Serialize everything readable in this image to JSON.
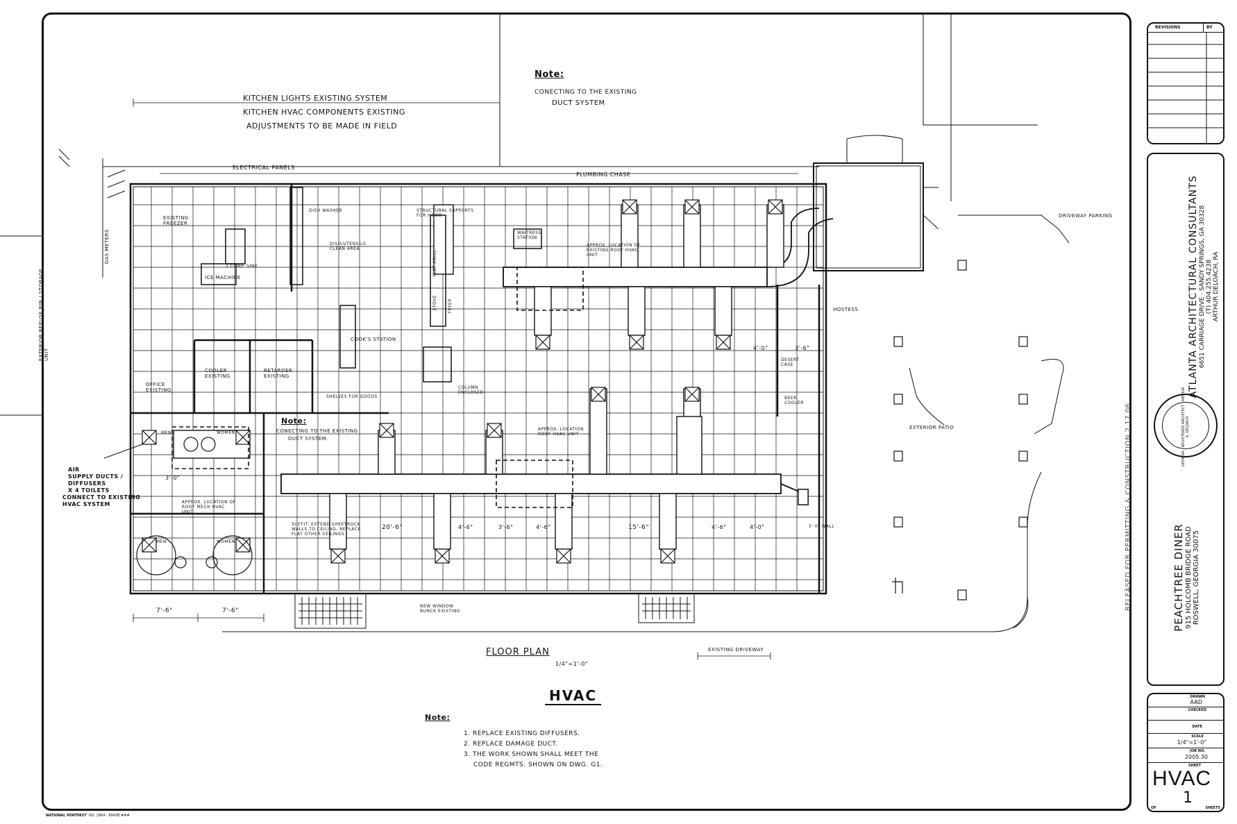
{
  "sheet": {
    "top_note": {
      "title": "Note:",
      "lines": [
        "Conecting to the Existing",
        "Duct System"
      ]
    },
    "kitchen_notes": [
      "Kitchen Lights Existing System",
      "Kitchen HVAC Components Existing",
      "Adjustments to be made in field"
    ],
    "labels": {
      "electrical_panels": "Electrical Panels",
      "plumbing_chase": "Plumbing Chase",
      "existing_freezer": "Existing Freezer",
      "ice_machine": "Ice Machine",
      "three_comp_sink": "3 Comp. Sink",
      "dish_washer": "Dish Washer",
      "dish_utensils": "Dish/Utensils Clean Area",
      "structural_supports": "Structural Supports for Hood",
      "flat_grill": "Flat Grill",
      "stove": "Stove",
      "fryer": "Fryer",
      "waitress_station": "Waitress Station",
      "approx_location_existing_roof": "Approx. Location of Existing Roof HVAC Unit",
      "hostess": "Hostess",
      "dessert_case": "Desert Case",
      "beer_cooler": "Beer Cooler",
      "cooks_station": "Cook's Station",
      "cooler": "Cooler Existing",
      "retarder": "Retarder Existing",
      "office": "Office Existing",
      "shelves_for_goods": "Shelves for goods",
      "column_enclosed": "Column Enclosed",
      "exterior_refuse": "Exterior Refuse Bin / Storage Unit",
      "gas_meters": "Gas Meters",
      "driveway_parking": "Driveway Parking",
      "exterior_patio": "Exterior Patio",
      "approx_location_roof_hvac": "Approx. Location Roof HVAC Unit",
      "approx_location_roof_mech": "Approx. Location of Roof Mech HVAC Unit",
      "men": "Men",
      "women": "Women",
      "new_window": "New Window Bunck Existing",
      "existing_driveway": "Existing Driveway",
      "five_foot_wall": "5' 0\" Wall",
      "soffit_note": "Soffit: Extend Sheetrock Walls to Ceiling, Replace Flat Other Ceilings"
    },
    "dimensions": {
      "d_7_6_a": "7'-6\"",
      "d_7_6_b": "7'-6\"",
      "d_20_6": "20'-6\"",
      "d_4_6_a": "4'-6\"",
      "d_3_6": "3'-6\"",
      "d_4_6_b": "4'-6\"",
      "d_15_6": "15'-6\"",
      "d_4_6_c": "4'-6\"",
      "d_4_0": "4'-0\"",
      "d_3_0": "3'-0\"",
      "d_4_0_b": "4'-0\"",
      "d_3_6_b": "3'-6\""
    },
    "mid_note": {
      "title": "Note:",
      "lines": [
        "Conecting to the Existing",
        "Duct System."
      ]
    },
    "air_supply_note": [
      "Air",
      "Supply Ducts /",
      "Diffusers",
      "X 4 Toilets",
      "Connect to Existing",
      "HVAC System"
    ],
    "floor_plan_title": "Floor Plan",
    "scale": "1/4\"=1'-0\"",
    "drawing_title": "HVAC",
    "bottom_note": {
      "title": "Note:",
      "items": [
        "1. Replace Existing Diffusers.",
        "2. Replace Damage Duct.",
        "3. The Work Shown Shall Meet the",
        "Code Regmts. Shown on Dwg. G1."
      ]
    },
    "released_stamp": "Released for Permitting & Construction  2.17.06",
    "footer_left": "NATIONAL PORTFAST",
    "footer_code": "NO. 1864 - 8943B ###"
  },
  "title_block": {
    "revisions_label": "Revisions",
    "by_label": "By",
    "firm_name": "Atlanta Architectural Consultants",
    "firm_address": "6651 Carriage Drive · Sandy Springs, GA 30328",
    "firm_phone": "(T) 404.255.4238",
    "firm_principal": "Arthur Deloach, RA",
    "seal_text": "Georgia · Registered Architect · Arthur A. Deloach",
    "project_name": "Peachtree Diner",
    "project_address": "915 Holcomb Bridge Road",
    "project_city": "Roswell, Georgia 30075",
    "drawn_label": "Drawn",
    "drawn_value": "AAD",
    "checked_label": "Checked",
    "date_label": "Date",
    "scale_label": "Scale",
    "scale_value": "1/4\"=1'-0\"",
    "job_label": "Job No.",
    "job_value": "2005.30",
    "sheet_label": "Sheet",
    "sheet_value": "HVAC",
    "sheet_num": "1",
    "of_label": "OF",
    "sheets_label": "Sheets"
  }
}
